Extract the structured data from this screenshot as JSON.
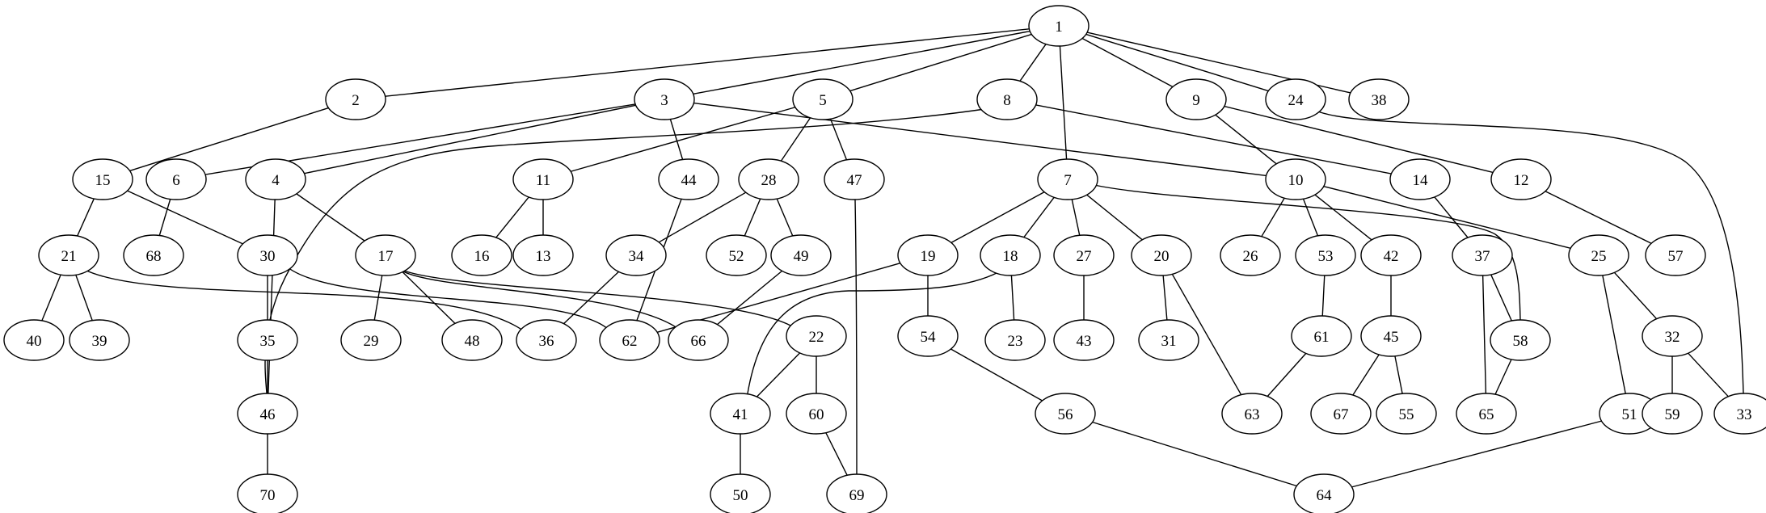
{
  "graph": {
    "nodes": [
      "1",
      "2",
      "3",
      "4",
      "5",
      "6",
      "7",
      "8",
      "9",
      "10",
      "11",
      "12",
      "13",
      "14",
      "15",
      "16",
      "17",
      "18",
      "19",
      "20",
      "21",
      "22",
      "23",
      "24",
      "25",
      "26",
      "27",
      "28",
      "29",
      "30",
      "31",
      "32",
      "33",
      "34",
      "35",
      "36",
      "37",
      "38",
      "39",
      "40",
      "41",
      "42",
      "43",
      "44",
      "45",
      "46",
      "47",
      "48",
      "49",
      "50",
      "51",
      "52",
      "53",
      "54",
      "55",
      "56",
      "57",
      "58",
      "59",
      "60",
      "61",
      "62",
      "63",
      "64",
      "65",
      "66",
      "67",
      "68",
      "69",
      "70"
    ],
    "edges": [
      [
        "1",
        "2"
      ],
      [
        "1",
        "3"
      ],
      [
        "1",
        "5"
      ],
      [
        "1",
        "8"
      ],
      [
        "1",
        "7"
      ],
      [
        "1",
        "9"
      ],
      [
        "1",
        "24"
      ],
      [
        "1",
        "38"
      ],
      [
        "2",
        "15"
      ],
      [
        "3",
        "6"
      ],
      [
        "3",
        "4"
      ],
      [
        "3",
        "44"
      ],
      [
        "3",
        "10"
      ],
      [
        "5",
        "11"
      ],
      [
        "5",
        "28"
      ],
      [
        "5",
        "47"
      ],
      [
        "8",
        "46"
      ],
      [
        "8",
        "14"
      ],
      [
        "9",
        "10"
      ],
      [
        "9",
        "12"
      ],
      [
        "24",
        "33"
      ],
      [
        "15",
        "21"
      ],
      [
        "15",
        "30"
      ],
      [
        "6",
        "68"
      ],
      [
        "4",
        "17"
      ],
      [
        "4",
        "46"
      ],
      [
        "11",
        "16"
      ],
      [
        "11",
        "13"
      ],
      [
        "44",
        "62"
      ],
      [
        "28",
        "34"
      ],
      [
        "28",
        "52"
      ],
      [
        "28",
        "49"
      ],
      [
        "47",
        "69"
      ],
      [
        "7",
        "19"
      ],
      [
        "7",
        "18"
      ],
      [
        "7",
        "27"
      ],
      [
        "7",
        "20"
      ],
      [
        "7",
        "58"
      ],
      [
        "10",
        "26"
      ],
      [
        "10",
        "53"
      ],
      [
        "10",
        "42"
      ],
      [
        "10",
        "25"
      ],
      [
        "14",
        "37"
      ],
      [
        "12",
        "57"
      ],
      [
        "21",
        "40"
      ],
      [
        "21",
        "39"
      ],
      [
        "21",
        "36"
      ],
      [
        "30",
        "35"
      ],
      [
        "30",
        "62"
      ],
      [
        "17",
        "29"
      ],
      [
        "17",
        "48"
      ],
      [
        "17",
        "66"
      ],
      [
        "17",
        "22"
      ],
      [
        "34",
        "36"
      ],
      [
        "49",
        "66"
      ],
      [
        "19",
        "62"
      ],
      [
        "19",
        "54"
      ],
      [
        "18",
        "41"
      ],
      [
        "18",
        "23"
      ],
      [
        "27",
        "43"
      ],
      [
        "20",
        "31"
      ],
      [
        "20",
        "63"
      ],
      [
        "53",
        "61"
      ],
      [
        "42",
        "45"
      ],
      [
        "37",
        "65"
      ],
      [
        "37",
        "58"
      ],
      [
        "25",
        "51"
      ],
      [
        "25",
        "32"
      ],
      [
        "35",
        "46"
      ],
      [
        "22",
        "41"
      ],
      [
        "22",
        "60"
      ],
      [
        "54",
        "56"
      ],
      [
        "61",
        "63"
      ],
      [
        "45",
        "67"
      ],
      [
        "45",
        "55"
      ],
      [
        "58",
        "65"
      ],
      [
        "32",
        "59"
      ],
      [
        "32",
        "33"
      ],
      [
        "46",
        "70"
      ],
      [
        "41",
        "50"
      ],
      [
        "60",
        "69"
      ],
      [
        "56",
        "64"
      ],
      [
        "51",
        "64"
      ]
    ]
  }
}
